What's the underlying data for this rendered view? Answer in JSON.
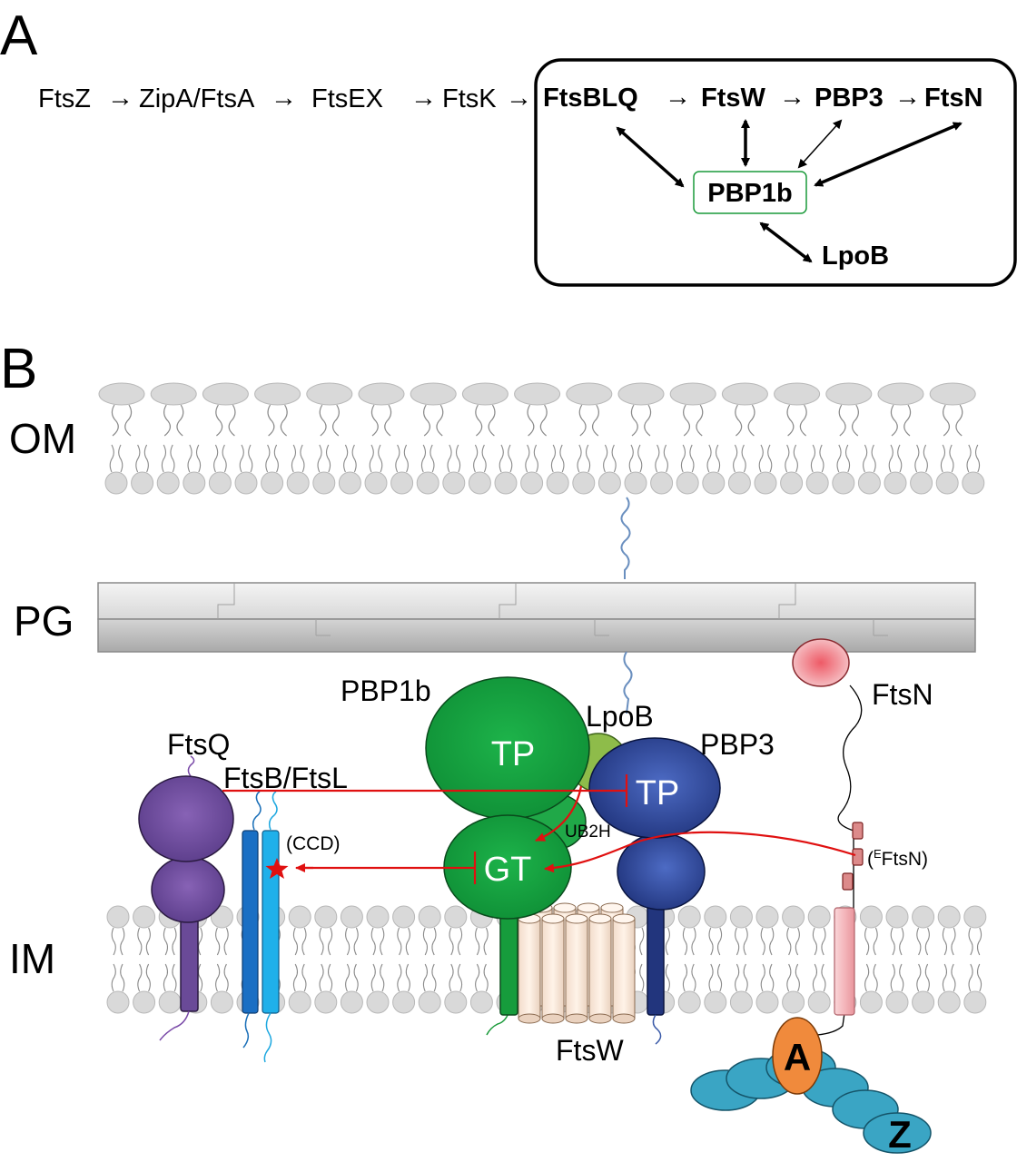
{
  "panel_a": {
    "letter": "A",
    "chain": {
      "ftsz": "FtsZ",
      "zipa_ftsa": "ZipA/FtsA",
      "ftsex": "FtsEX",
      "ftsk": "FtsK",
      "ftsblq": "FtsBLQ",
      "ftsw": "FtsW",
      "pbp3": "PBP3",
      "ftsn": "FtsN"
    },
    "hub": "PBP1b",
    "lpob": "LpoB",
    "arrow": "→"
  },
  "panel_b": {
    "letter": "B",
    "om": "OM",
    "pg": "PG",
    "im": "IM",
    "pbp1b": "PBP1b",
    "lpob": "LpoB",
    "pbp3": "PBP3",
    "ftsq": "FtsQ",
    "ftsb_ftsl": "FtsB/FtsL",
    "ftsn": "FtsN",
    "ftsw": "FtsW",
    "tp": "TP",
    "gt": "GT",
    "ub2h": "UB2H",
    "ccd": "(CCD)",
    "efts_open": "(",
    "efts_sup": "E",
    "efts_rest": "FtsN)",
    "ftsa_letter": "A",
    "ftsz_letter": "Z"
  },
  "colors": {
    "green": "#169c3c",
    "blue_navy": "#253a8a",
    "purple": "#6a4a98",
    "light_blue": "#1ea8e0",
    "red": "#e01010",
    "orange": "#f08a3c",
    "teal": "#3aa5c4",
    "pink": "#f0a0a8"
  }
}
